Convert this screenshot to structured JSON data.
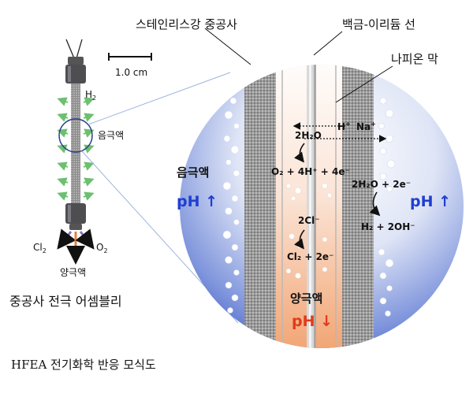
{
  "labels": {
    "stainless_fiber": "스테인리스강 중공사",
    "pt_ir_wire": "백금-이리듐 선",
    "nafion_membrane": "나피온 막",
    "scale_bar": "1.0 cm",
    "h2": "H",
    "h2_sub": "2",
    "catholyte_small": "음극액",
    "cl2": "Cl",
    "cl2_sub": "2",
    "o2": "O",
    "o2_sub": "2",
    "anolyte_small": "양극액",
    "assembly": "중공사 전극 어셈블리",
    "catholyte_big": "음극액",
    "ph_up_left": "pH ↑",
    "ph_up_right": "pH ↑",
    "anolyte_big": "양극액",
    "ph_down": "pH ↓",
    "caption": "HFEA 전기화학 반응 모식도"
  },
  "reactions": {
    "h_plus": "H",
    "h_plus_sup": "+",
    "na_plus": "Na",
    "na_plus_sup": "+",
    "water_ox_reactant": "2H₂O",
    "water_ox_product": "O₂ + 4H⁺ + 4e⁻",
    "water_red_reactant": "2H₂O + 2e⁻",
    "water_red_product": "H₂ + 2OH⁻",
    "cl_reactant": "2Cl⁻",
    "cl_product": "Cl₂ + 2e⁻"
  },
  "colors": {
    "catholyte_blue": "#3a5fc8",
    "ph_up_blue": "#1f3fd0",
    "ph_down_red": "#e23a1a",
    "anolyte_orange": "#f0a070",
    "bubble_arrow_green": "#6cc070"
  }
}
